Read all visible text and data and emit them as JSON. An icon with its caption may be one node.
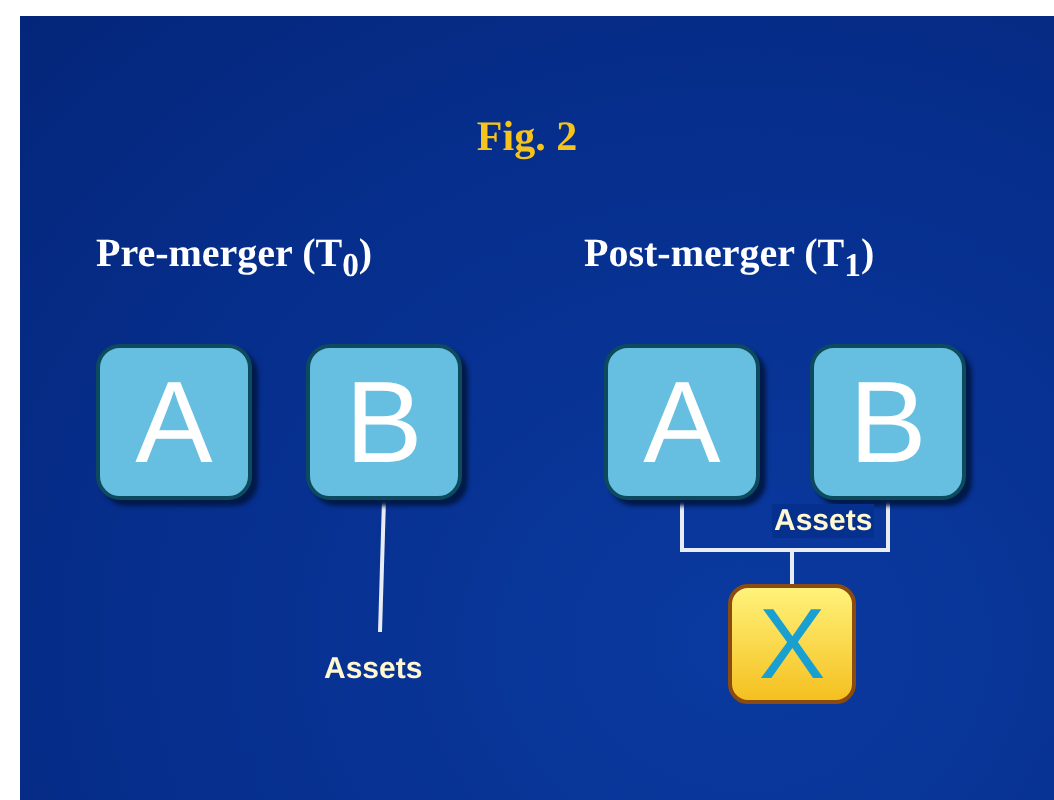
{
  "diagram": {
    "title": "Fig. 2",
    "nodes": [
      {
        "text": [
          "A"
        ]
      },
      {
        "text": [
          "B"
        ]
      },
      {
        "text": [
          "Assets"
        ]
      },
      {
        "text": [
          "A"
        ]
      },
      {
        "text": [
          "B"
        ]
      },
      {
        "text": [
          "X"
        ]
      }
    ],
    "edges": [
      {
        "from": 1,
        "to": 2,
        "arrow": "none"
      },
      {
        "from": 3,
        "to": 5,
        "arrow": "none"
      },
      {
        "from": 4,
        "to": 5,
        "arrow": "none",
        "label": "Assets"
      }
    ],
    "labels": [
      "Pre-merger (T$_{0}$)",
      "Post-merger (T$_{1}$)"
    ]
  }
}
